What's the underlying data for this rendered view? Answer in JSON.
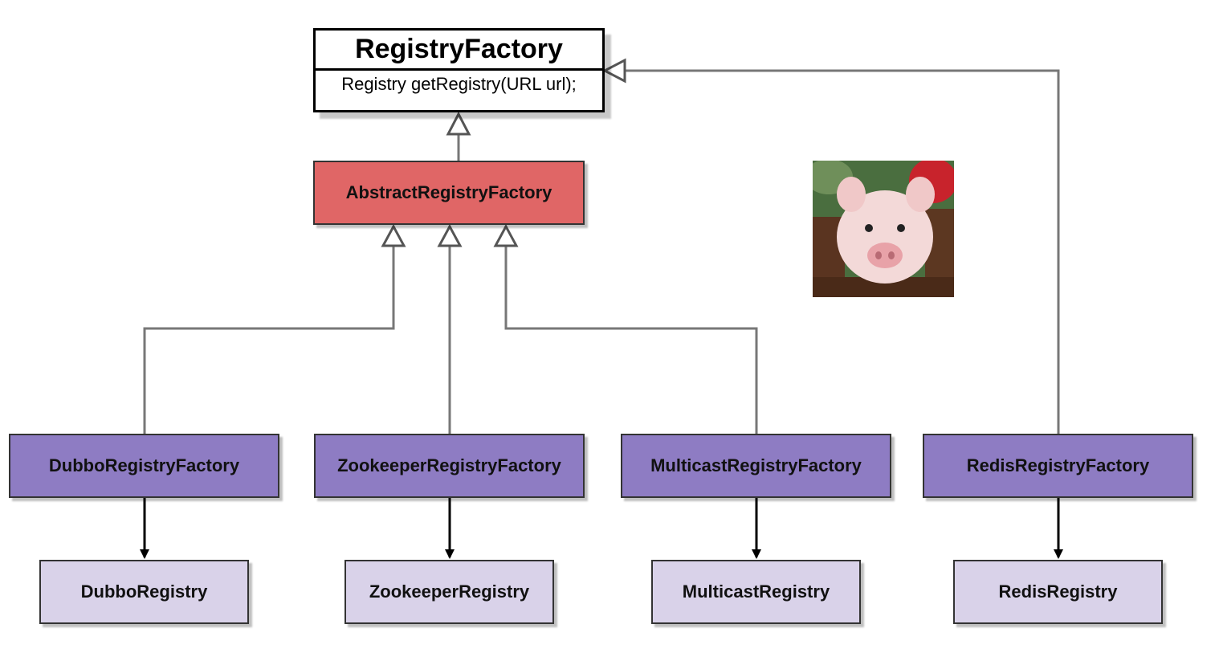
{
  "interface": {
    "name": "RegistryFactory",
    "method": "Registry getRegistry(URL url);"
  },
  "abstract_factory": {
    "name": "AbstractRegistryFactory"
  },
  "factories": [
    {
      "name": "DubboRegistryFactory",
      "product": "DubboRegistry"
    },
    {
      "name": "ZookeeperRegistryFactory",
      "product": "ZookeeperRegistry"
    },
    {
      "name": "MulticastRegistryFactory",
      "product": "MulticastRegistry"
    },
    {
      "name": "RedisRegistryFactory",
      "product": "RedisRegistry"
    }
  ],
  "colors": {
    "factory_fill": "#8e7cc3",
    "product_fill": "#d9d2e9",
    "abstract_fill": "#e06666",
    "line": "#777777"
  },
  "decoration": {
    "icon": "pig-photo"
  }
}
